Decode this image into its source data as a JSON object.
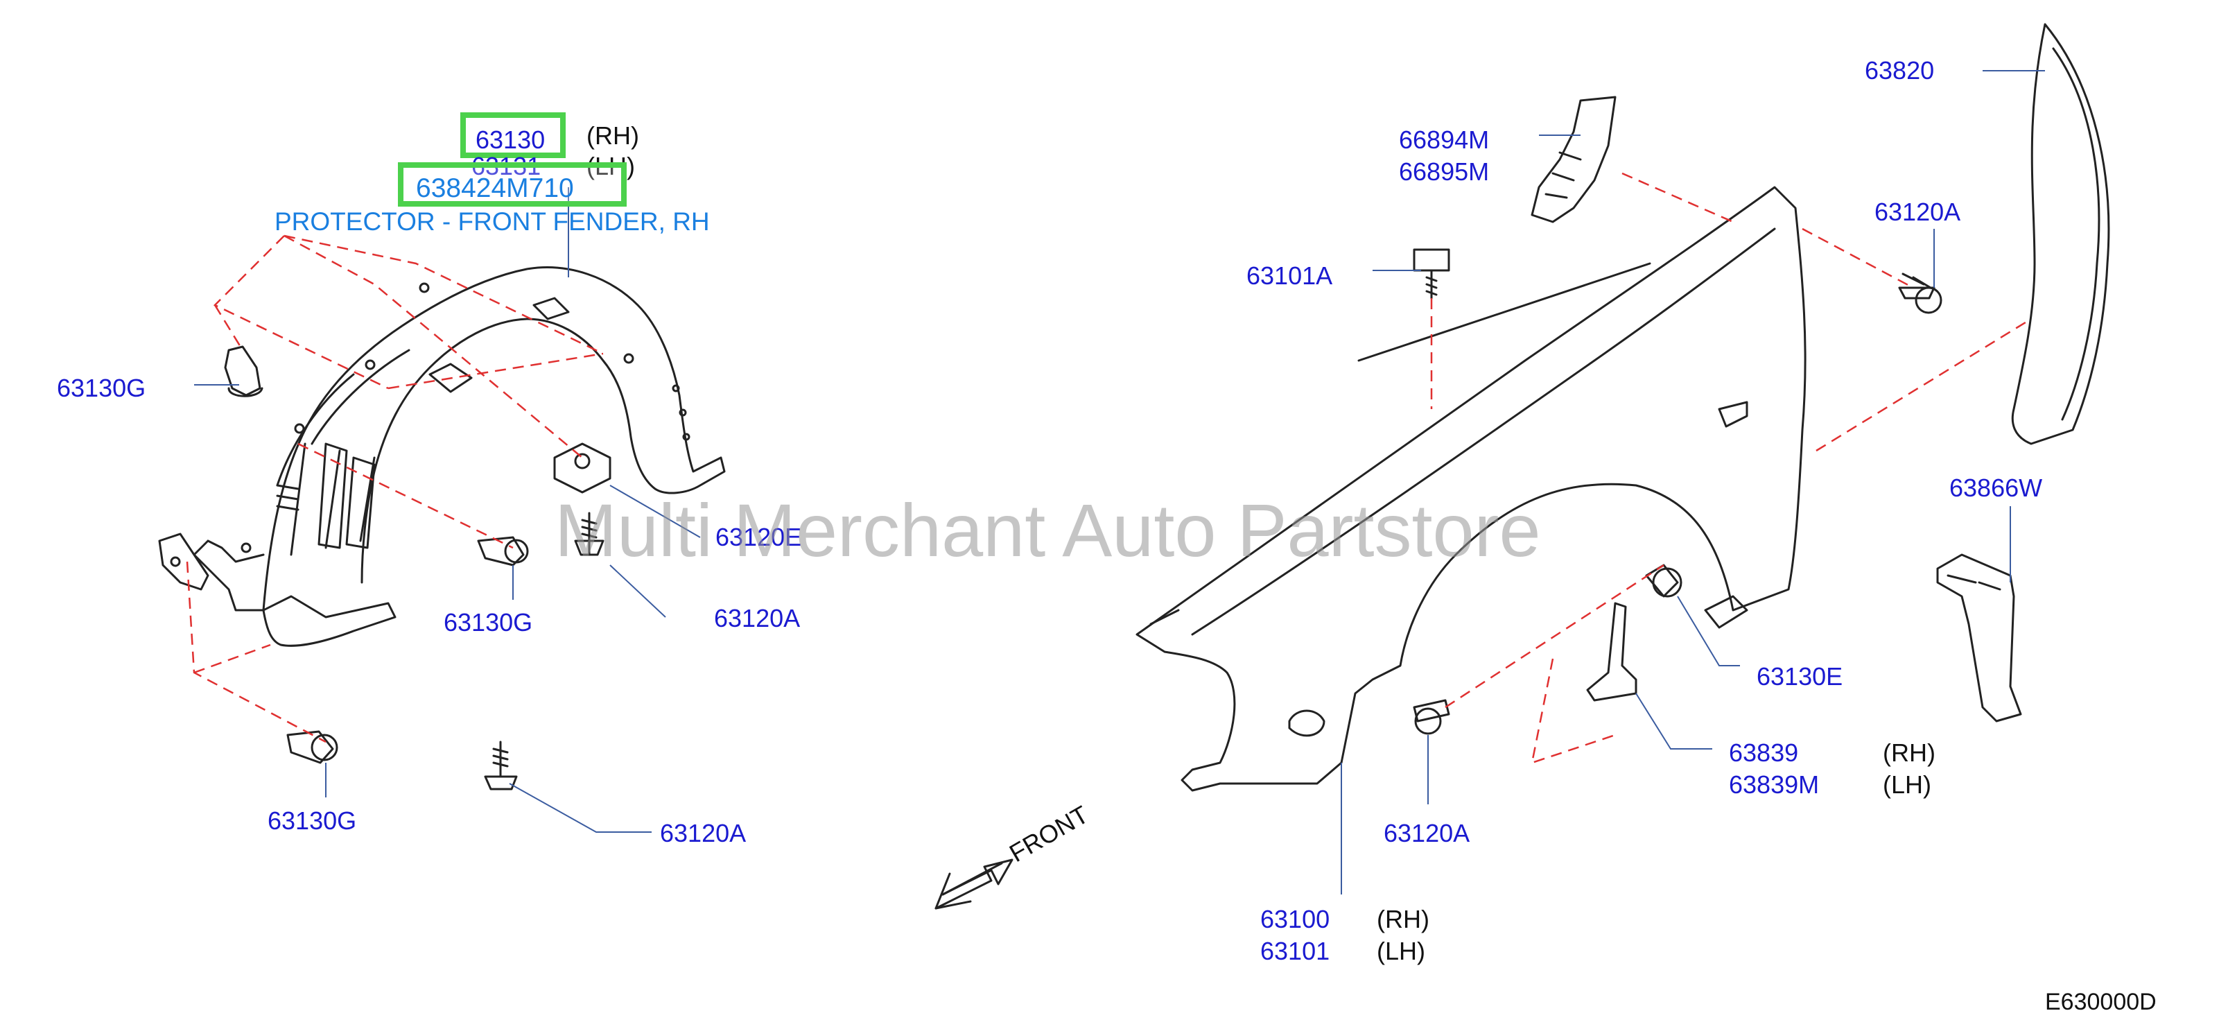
{
  "callouts": {
    "c63130": "63130",
    "c63130_side": "(RH)",
    "c63131": "63131",
    "c63131_side": "(LH)",
    "c638424M710": "638424M710",
    "protector_desc": "PROTECTOR - FRONT FENDER, RH",
    "c63130G_a": "63130G",
    "c63130G_b": "63130G",
    "c63130G_c": "63130G",
    "c63120E_left": "63120E",
    "c63120A_left1": "63120A",
    "c63120A_left2": "63120A",
    "c66894M": "66894M",
    "c66895M": "66895M",
    "c63101A": "63101A",
    "c63820": "63820",
    "c63120A_right1": "63120A",
    "c63866W": "63866W",
    "c63130E": "63130E",
    "c63839": "63839",
    "c63839_side": "(RH)",
    "c63839M": "63839M",
    "c63839M_side": "(LH)",
    "c63120A_right2": "63120A",
    "c63100": "63100",
    "c63100_side": "(RH)",
    "c63101": "63101",
    "c63101_side": "(LH)"
  },
  "front_label": "FRONT",
  "diagram_code": "E630000D",
  "watermark": "Multi Merchant Auto Partstore",
  "colors": {
    "part_number": "#1a1ad0",
    "description": "#1a7fe0",
    "highlight": "#4cd14c",
    "dashed_guide": "#e03030",
    "outline": "#222222"
  }
}
